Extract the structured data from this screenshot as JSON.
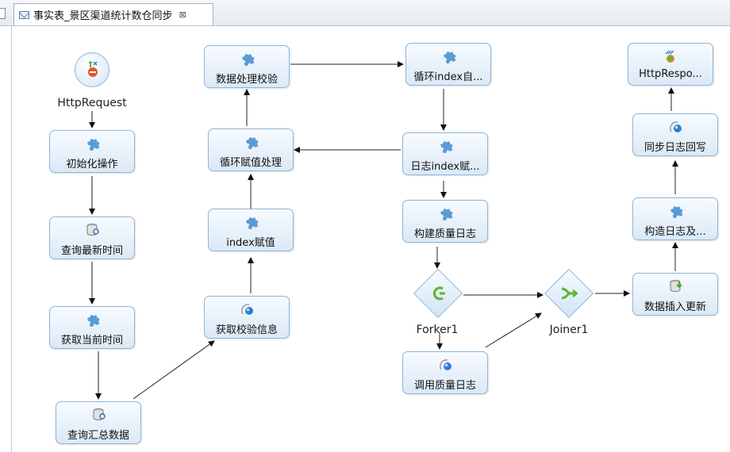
{
  "tab": {
    "title": "事实表_景区渠道统计数仓同步",
    "close_glyph": "⊠"
  },
  "nodes": {
    "http_request": "HttpRequest",
    "init": "初始化操作",
    "query_latest": "查询最新时间",
    "get_time": "获取当前时间",
    "query_summary": "查询汇总数据",
    "get_check": "获取校验信息",
    "index_assign": "index赋值",
    "loop_assign": "循环赋值处理",
    "data_check": "数据处理校验",
    "loop_index": "循环index自...",
    "log_index": "日志index赋...",
    "build_quality": "构建质量日志",
    "forker": "Forker1",
    "call_quality": "调用质量日志",
    "joiner": "Joiner1",
    "insert_update": "数据插入更新",
    "build_log": "构造日志及...",
    "sync_log": "同步日志回写",
    "http_response": "HttpRespo..."
  },
  "colors": {
    "node_border": "#8fb6d8",
    "puzzle_icon": "#5b9bd5",
    "fork_icon": "#5cb531"
  }
}
